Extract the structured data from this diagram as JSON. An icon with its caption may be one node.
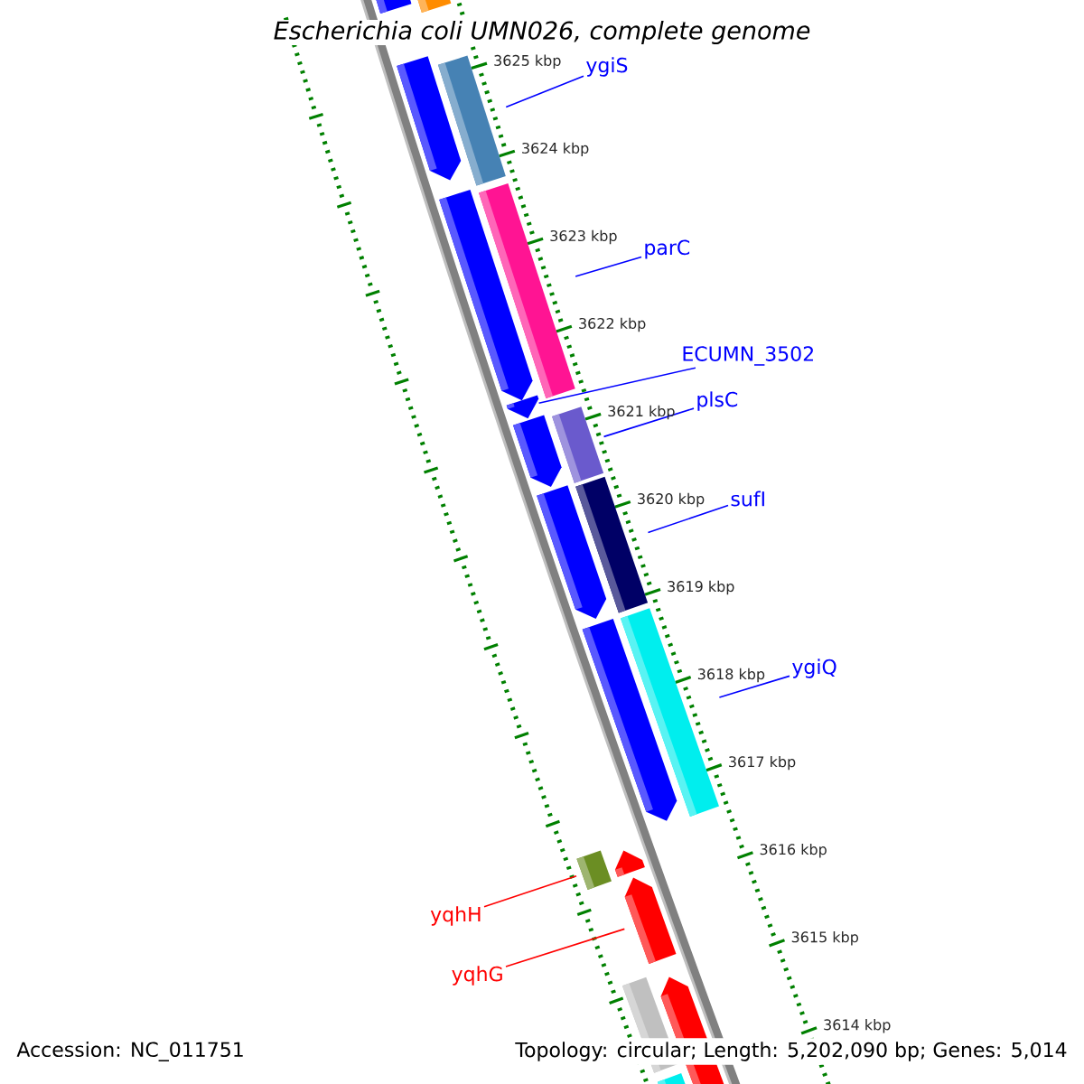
{
  "diagram": {
    "title": "Escherichia coli UMN026, complete genome",
    "nodes": [
      {
        "text": [
          "ygiS"
        ]
      },
      {
        "text": [],
        "shape": "bar"
      },
      {
        "text": [
          "parC"
        ]
      },
      {
        "text": [],
        "shape": "bar"
      },
      {
        "text": [
          "ECUMN_3502"
        ]
      },
      {
        "text": [],
        "shape": "bar"
      },
      {
        "text": [
          "plsC"
        ]
      },
      {
        "text": [],
        "shape": "bar"
      },
      {
        "text": [
          "sufI"
        ]
      },
      {
        "text": [],
        "shape": "bar"
      },
      {
        "text": [
          "ygiQ"
        ]
      },
      {
        "text": [],
        "shape": "bar"
      },
      {
        "text": [
          "yqhH"
        ]
      },
      {
        "text": [],
        "shape": "bar"
      },
      {
        "text": [
          "yqhG"
        ]
      },
      {
        "text": [],
        "shape": "bar"
      }
    ],
    "edges": [
      {
        "from": 0,
        "to": 1,
        "arrow": "none"
      },
      {
        "from": 2,
        "to": 3,
        "arrow": "none"
      },
      {
        "from": 4,
        "to": 5,
        "arrow": "none"
      },
      {
        "from": 6,
        "to": 7,
        "arrow": "none"
      },
      {
        "from": 8,
        "to": 9,
        "arrow": "none"
      },
      {
        "from": 10,
        "to": 11,
        "arrow": "none"
      },
      {
        "from": 12,
        "to": 13,
        "arrow": "none",
        "color": "#ff0000"
      },
      {
        "from": 14,
        "to": 15,
        "arrow": "none",
        "color": "#ff0000"
      }
    ],
    "labels": [
      "3625 kbp",
      "3624 kbp",
      "3623 kbp",
      "3622 kbp",
      "3621 kbp",
      "3620 kbp",
      "3619 kbp",
      "3618 kbp",
      "3617 kbp",
      "3616 kbp",
      "3615 kbp",
      "3614 kbp",
      "Accession: NC_011751",
      "Topology: circular; Length: 5,202,090 bp; Genes: 5,014"
    ]
  }
}
